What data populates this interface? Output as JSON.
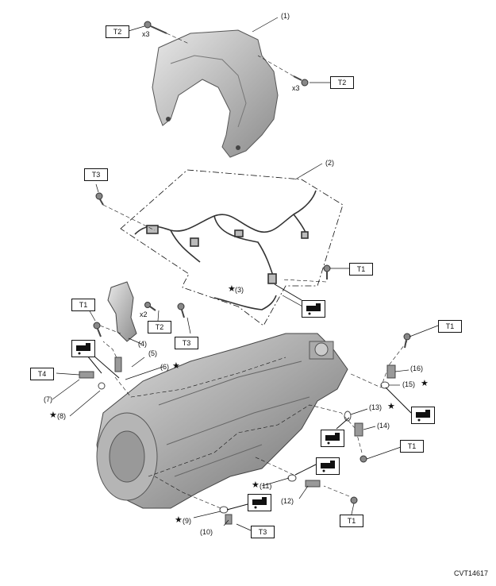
{
  "labels": {
    "p1": "(1)",
    "p2": "(2)",
    "p3": "(3)",
    "p4": "(4)",
    "p5": "(5)",
    "p6": "(6)",
    "p7": "(7)",
    "p8": "(8)",
    "p9": "(9)",
    "p10": "(10)",
    "p11": "(11)",
    "p12": "(12)",
    "p13": "(13)",
    "p14": "(14)",
    "p15": "(15)",
    "p16": "(16)"
  },
  "torque": {
    "t1": "T1",
    "t2": "T2",
    "t3": "T3",
    "t4": "T4"
  },
  "quantities": {
    "x3": "x3",
    "x2": "x2"
  },
  "star": "★",
  "figure_code": "CVT14617",
  "icons": [
    "oil-application-icon",
    "star-replace-icon"
  ]
}
